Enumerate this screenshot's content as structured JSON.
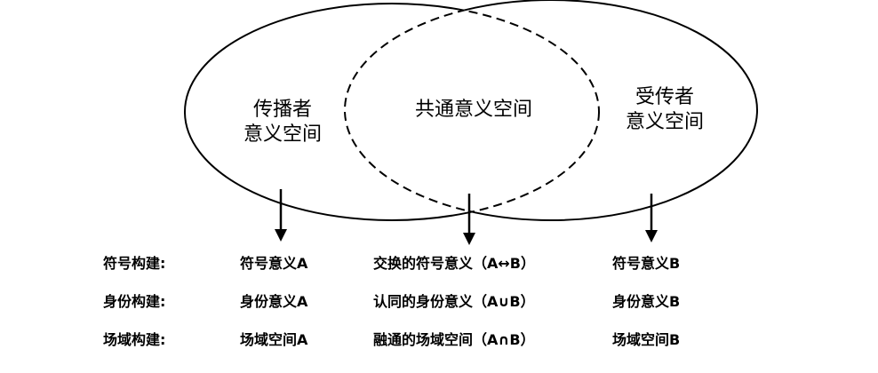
{
  "regions": {
    "left": [
      "传播者",
      "意义空间"
    ],
    "middle": "共通意义空间",
    "right": [
      "受传者",
      "意义空间"
    ]
  },
  "rows": [
    {
      "header": "符号构建:",
      "left": "符号意义A",
      "middle": "交换的符号意义（A↔B）",
      "right": "符号意义B"
    },
    {
      "header": "身份构建:",
      "left": "身份意义A",
      "middle": "认同的身份意义（A∪B）",
      "right": "身份意义B"
    },
    {
      "header": "场域构建:",
      "left": "场域空间A",
      "middle": "融通的场域空间（A∩B）",
      "right": "场域空间B"
    }
  ]
}
